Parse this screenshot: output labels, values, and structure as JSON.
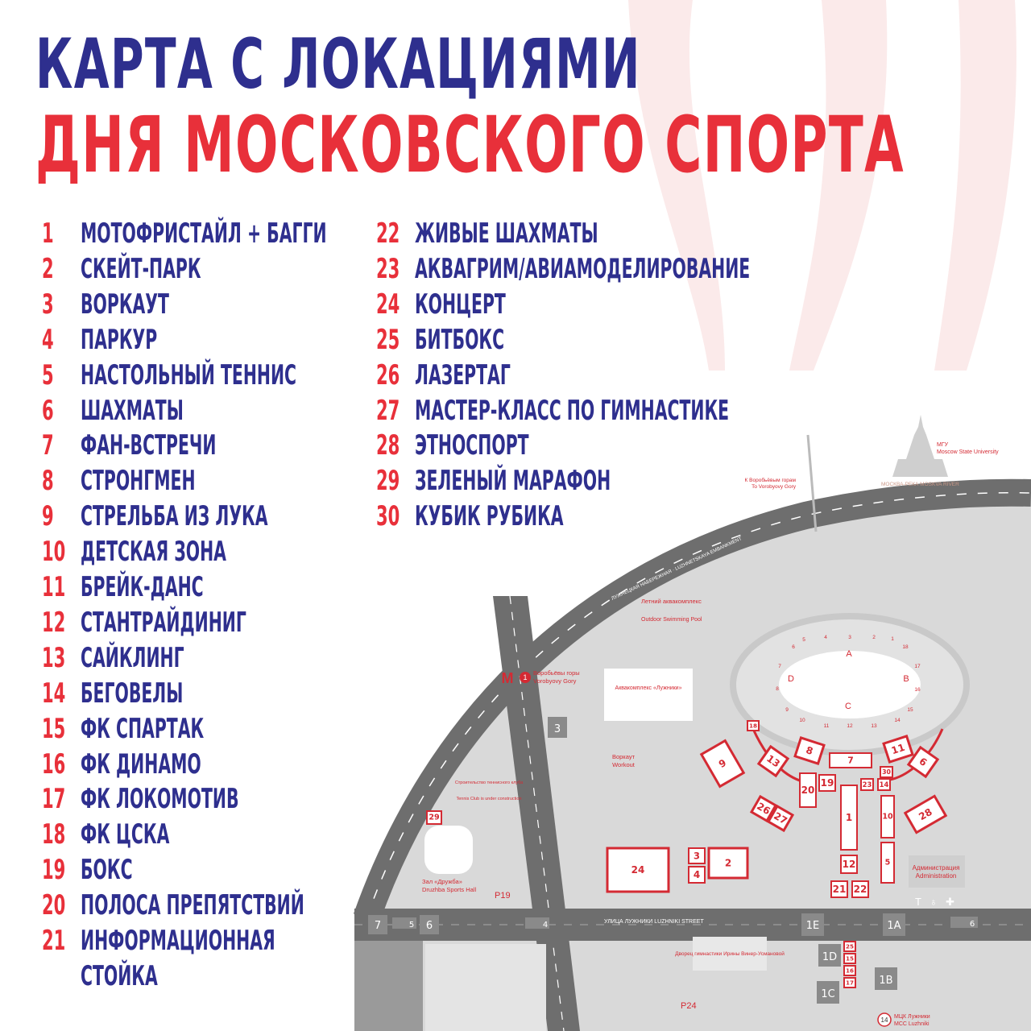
{
  "title": {
    "line1": "КАРТА С ЛОКАЦИЯМИ",
    "line2": "ДНЯ МОСКОВСКОГО СПОРТА"
  },
  "colors": {
    "blue": "#2e2f8e",
    "red": "#e8303a",
    "map_grey": "#d6d6d6",
    "road": "#6f6f6f"
  },
  "locations_left": [
    {
      "n": "1",
      "label": "МОТОФРИСТАЙЛ + БАГГИ"
    },
    {
      "n": "2",
      "label": "СКЕЙТ-ПАРК"
    },
    {
      "n": "3",
      "label": "ВОРКАУТ"
    },
    {
      "n": "4",
      "label": "ПАРКУР"
    },
    {
      "n": "5",
      "label": "НАСТОЛЬНЫЙ ТЕННИС"
    },
    {
      "n": "6",
      "label": "ШАХМАТЫ"
    },
    {
      "n": "7",
      "label": "ФАН-ВСТРЕЧИ"
    },
    {
      "n": "8",
      "label": "СТРОНГМЕН"
    },
    {
      "n": "9",
      "label": "СТРЕЛЬБА ИЗ ЛУКА"
    },
    {
      "n": "10",
      "label": "ДЕТСКАЯ ЗОНА"
    },
    {
      "n": "11",
      "label": "БРЕЙК-ДАНС"
    },
    {
      "n": "12",
      "label": "СТАНТРАЙДИНИГ"
    },
    {
      "n": "13",
      "label": "САЙКЛИНГ"
    },
    {
      "n": "14",
      "label": "БЕГОВЕЛЫ"
    },
    {
      "n": "15",
      "label": "ФК СПАРТАК"
    },
    {
      "n": "16",
      "label": "ФК ДИНАМО"
    },
    {
      "n": "17",
      "label": "ФК ЛОКОМОТИВ"
    },
    {
      "n": "18",
      "label": "ФК ЦСКА"
    },
    {
      "n": "19",
      "label": "БОКС"
    },
    {
      "n": "20",
      "label": "ПОЛОСА ПРЕПЯТСТВИЙ"
    },
    {
      "n": "21",
      "label": "ИНФОРМАЦИОННАЯ",
      "label2": "СТОЙКА"
    }
  ],
  "locations_right": [
    {
      "n": "22",
      "label": "ЖИВЫЕ ШАХМАТЫ"
    },
    {
      "n": "23",
      "label": "АКВАГРИМ/АВИАМОДЕЛИРОВАНИЕ"
    },
    {
      "n": "24",
      "label": "КОНЦЕРТ"
    },
    {
      "n": "25",
      "label": "БИТБОКС"
    },
    {
      "n": "26",
      "label": "ЛАЗЕРТАГ"
    },
    {
      "n": "27",
      "label": "МАСТЕР-КЛАСС ПО ГИМНАСТИКЕ"
    },
    {
      "n": "28",
      "label": "ЭТНОСПОРТ"
    },
    {
      "n": "29",
      "label": "ЗЕЛЕНЫЙ МАРАФОН"
    },
    {
      "n": "30",
      "label": "КУБИК РУБИКА"
    }
  ],
  "map": {
    "msu": "МГУ",
    "msu_en": "Moscow State University",
    "river": "МОСКВА-РЕКА  MOSKVA RIVER",
    "to_gory": "К Воробьёвым горам",
    "to_gory_en": "To Vorobyovy Gory",
    "embankment": "ЛУЖНЕЦКАЯ НАБЕРЕЖНАЯ · LUZHNETSKAYA EMBANKMENT",
    "pool": "Летний аквакомплекс",
    "pool_en": "Outdoor Swimming Pool",
    "metro": "Воробьёвы горы",
    "metro_en": "Vorobyovy Gory",
    "metro_line": "1",
    "aqua": "Аквакомплекс «Лужники»",
    "workout": "Воркаут",
    "workout_en": "Workout",
    "tennis": "Строительство теннисного клуба",
    "tennis_en": "Tennis Club is under construction",
    "druzhba": "Зал «Дружба»",
    "druzhba_en": "Druzhba Sports Hall",
    "street": "УЛИЦА ЛУЖНИКИ   LUZHNIKI STREET",
    "gym": "Дворец гимнастики Ирины Винер-Усмановой",
    "admin": "Администрация",
    "admin_en": "Administration",
    "mck": "МЦК Лужники",
    "mck_en": "MCC Luzhniki",
    "mck_line": "14",
    "p19": "P19",
    "p24": "P24",
    "sectors": [
      "A",
      "B",
      "C",
      "D"
    ],
    "gates": [
      "7",
      "5",
      "6",
      "4",
      "3",
      "6",
      "1E",
      "1A",
      "1D",
      "1B",
      "1C"
    ],
    "stand_numbers": [
      "1",
      "2",
      "3",
      "4",
      "5",
      "6",
      "7",
      "8",
      "9",
      "10",
      "11",
      "12",
      "13",
      "14",
      "15",
      "16",
      "17",
      "18"
    ]
  },
  "markers": [
    "1",
    "2",
    "3",
    "4",
    "5",
    "6",
    "7",
    "8",
    "9",
    "10",
    "11",
    "12",
    "13",
    "14",
    "15",
    "16",
    "17",
    "18",
    "19",
    "20",
    "21",
    "22",
    "23",
    "24",
    "25",
    "26",
    "27",
    "28",
    "29",
    "30"
  ]
}
